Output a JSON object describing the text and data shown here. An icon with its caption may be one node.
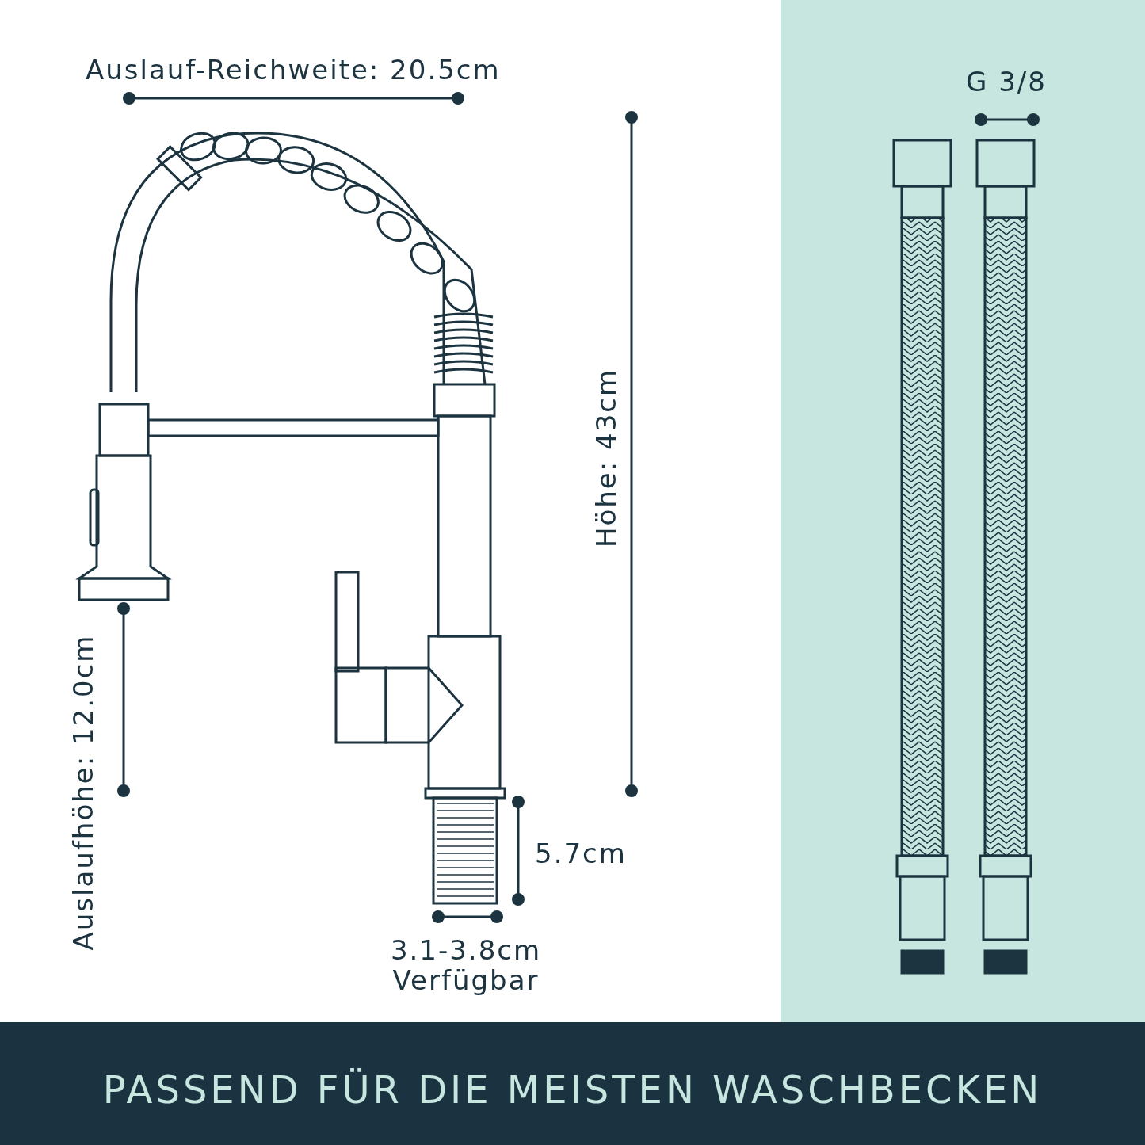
{
  "diagram": {
    "caption": "PASSEND FÜR DIE MEISTEN WASCHBECKEN",
    "labels": [
      "Auslauf-Reichweite: 20.5cm",
      "G 3/8",
      "Höhe: 43cm",
      "Auslaufhöhe: 12.0cm",
      "5.7cm",
      "3.1-3.8cm Verfügbar"
    ]
  }
}
